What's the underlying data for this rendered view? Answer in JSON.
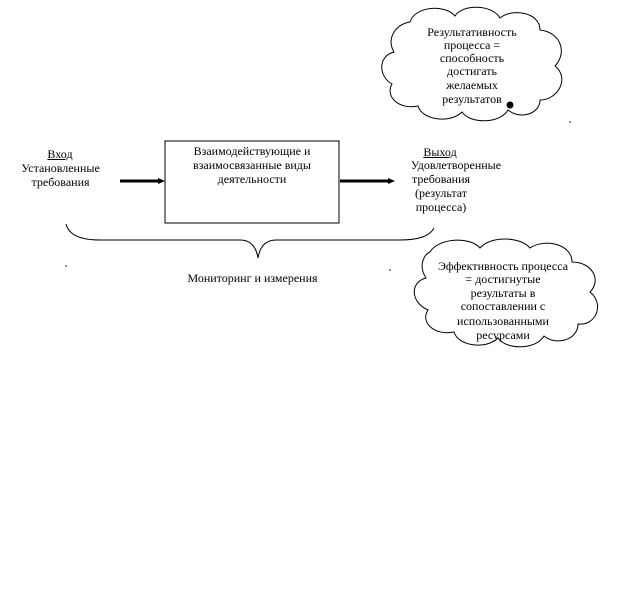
{
  "input": {
    "heading": "Вход",
    "line1": "Установленные",
    "line2": "требования"
  },
  "process": {
    "line1": "Взаимодействующие и",
    "line2": "взаимосвязанные виды",
    "line3": "деятельности"
  },
  "output": {
    "heading": "Выход",
    "line1": "Удовлетворенные",
    "line2": "требования",
    "line3": "(результат",
    "line4": "процесса)"
  },
  "monitoring": {
    "label": "Мониторинг и измерения"
  },
  "effectiveness_cloud": {
    "line1": "Результативность",
    "line2": "процесса =",
    "line3": "способность",
    "line4": "достигать",
    "line5": "желаемых",
    "line6": "результатов"
  },
  "efficiency_cloud": {
    "line1": "Эффективность процесса",
    "line2": "= достигнутые",
    "line3": "результаты в",
    "line4": "сопоставлении с",
    "line5": "использованными",
    "line6": "ресурсами"
  }
}
